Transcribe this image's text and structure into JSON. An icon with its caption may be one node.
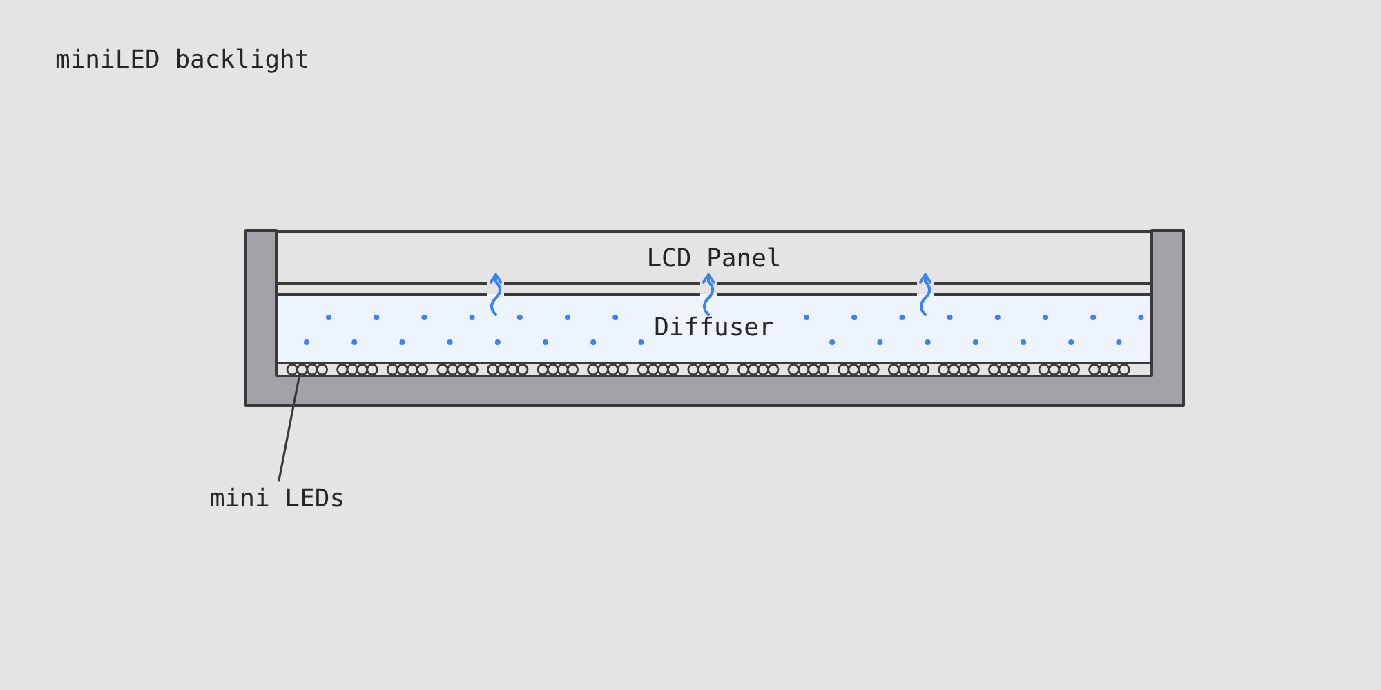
{
  "diagram": {
    "title": "miniLED backlight",
    "nodes": [
      {
        "text": [
          "LCD Panel"
        ]
      },
      {
        "text": [
          "Diffuser"
        ]
      },
      {
        "text": [],
        "shape": "bar"
      },
      {
        "text": [
          "mini LEDs"
        ]
      }
    ],
    "edges": [
      {
        "from": 3,
        "to": 2,
        "arrow": "none",
        "color": "#3a3a3a"
      },
      {
        "from": 1,
        "to": 0,
        "arrow": "to",
        "color": "#3b82f6"
      },
      {
        "from": 1,
        "to": 0,
        "arrow": "to",
        "color": "#3b82f6"
      },
      {
        "from": 1,
        "to": 0,
        "arrow": "to",
        "color": "#3b82f6"
      }
    ]
  }
}
